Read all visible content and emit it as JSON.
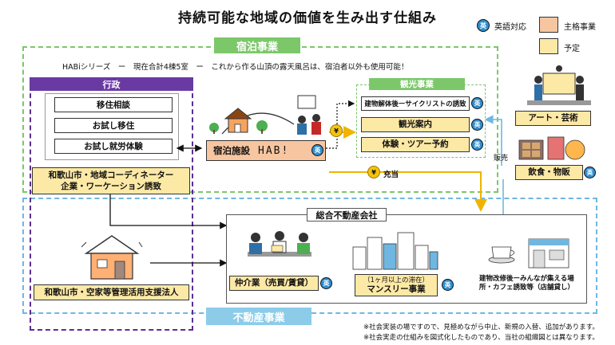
{
  "title": "持続可能な地域の価値を生み出す仕組み",
  "legend": {
    "english_badge": "英",
    "english_label": "英語対応",
    "main_label": "主格事業",
    "planned_label": "予定",
    "main_color": "#f7c6a1",
    "planned_color": "#fde9a6"
  },
  "accommodation": {
    "label": "宿泊事業",
    "note": "HABiシリーズ　ー　現在合計4棟5室　ー　これから作る山頂の露天風呂は、宿泊者以外も使用可能！",
    "facility_label": "宿泊施設",
    "facility_logo": "HAB!",
    "facility_badge": "英"
  },
  "administration": {
    "label": "行政",
    "items": [
      "移住相談",
      "お試し移住",
      "お試し就労体験"
    ]
  },
  "coordinator": {
    "line1": "和歌山市・地域コーディネーター",
    "line2": "企業・ワーケーション誘致"
  },
  "tourism": {
    "label": "観光事業",
    "items": [
      {
        "label": "建物解体後ーサイクリストの誘致",
        "badge": "英"
      },
      {
        "label": "観光案内",
        "badge": "英"
      },
      {
        "label": "体験・ツアー予約",
        "badge": "英"
      }
    ]
  },
  "money": {
    "symbol": "¥",
    "allocation_label": "充当"
  },
  "art": {
    "label": "アート・芸術"
  },
  "sales_label": "販売",
  "food": {
    "label": "飲食・物販",
    "badge": "英"
  },
  "realestate": {
    "label": "不動産事業",
    "company_label": "総合不動産会社",
    "brokerage": {
      "label": "仲介業（売買/賃貸）",
      "badge": "英"
    },
    "monthly": {
      "sub": "（1ヶ月以上の滞在）",
      "label": "マンスリー事業",
      "badge": "英"
    },
    "renovation": {
      "line1": "建物改修後ーみんなが集える場",
      "line2": "所・カフェ誘致等（店舗貸し）"
    }
  },
  "vacant": {
    "label": "和歌山市・空家等管理活用支援法人"
  },
  "notes": [
    "※社会実装の場ですので、見極めながら中止、新規の入替、追加があります。",
    "※社会実走の仕組みを図式化したものであり、当社の組織図とは異なります。"
  ]
}
